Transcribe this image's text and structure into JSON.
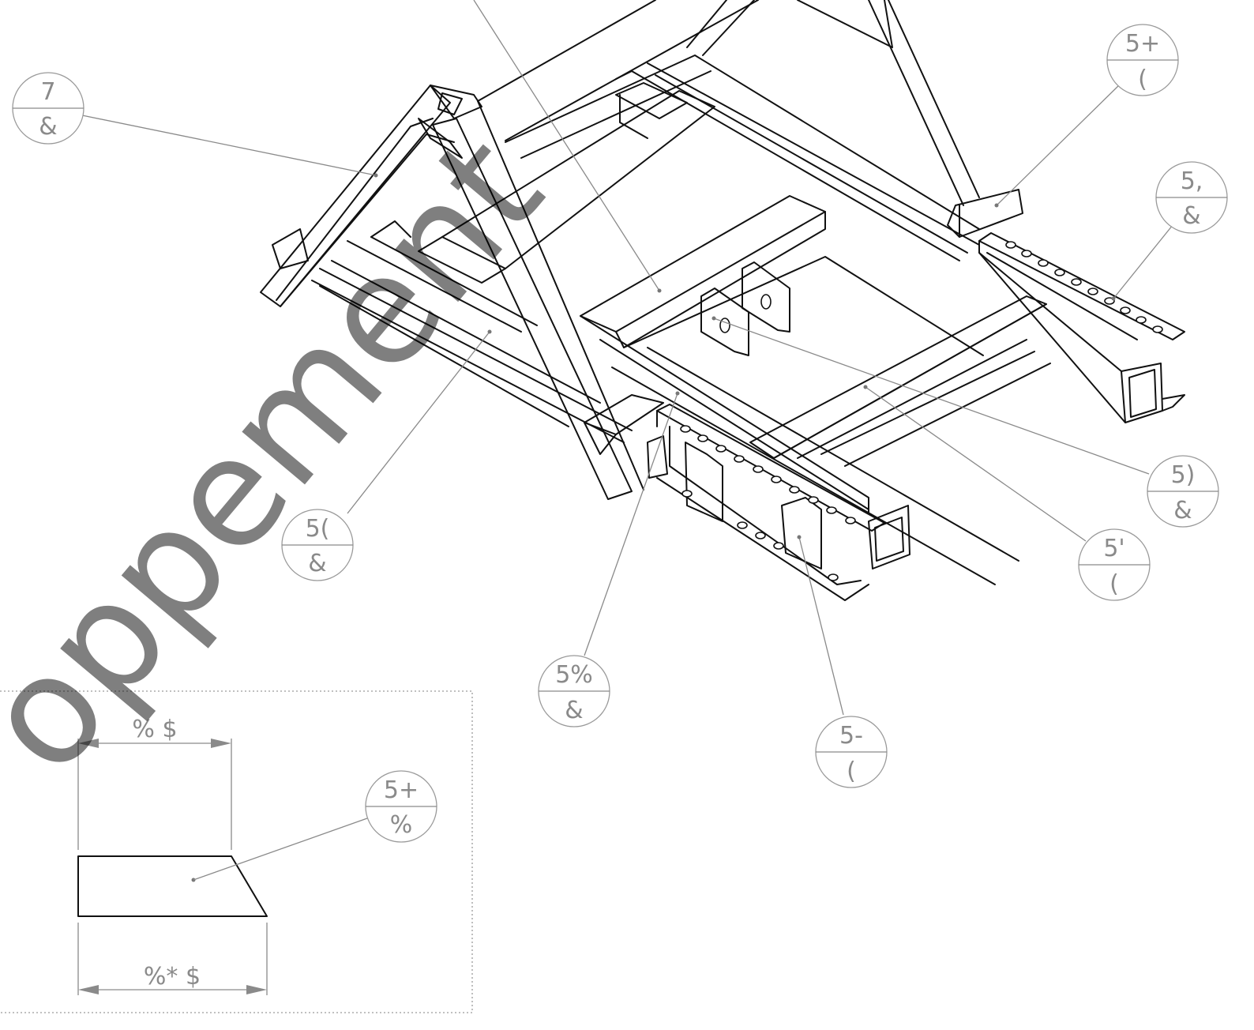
{
  "callouts": [
    {
      "id": "c7",
      "top": "7",
      "bottom": "&"
    },
    {
      "id": "c5plus",
      "top": "5+",
      "bottom": "("
    },
    {
      "id": "c5comma",
      "top": "5,",
      "bottom": "&"
    },
    {
      "id": "c5paren",
      "top": "5)",
      "bottom": "&"
    },
    {
      "id": "c5apos",
      "top": "5'",
      "bottom": "("
    },
    {
      "id": "c5open",
      "top": "5(",
      "bottom": "&"
    },
    {
      "id": "c5pct",
      "top": "5%",
      "bottom": "&"
    },
    {
      "id": "c5dash",
      "top": "5-",
      "bottom": "("
    },
    {
      "id": "c5plusdetail",
      "top": "5+",
      "bottom": "%"
    }
  ],
  "detail": {
    "top_dimension": "% $",
    "bottom_dimension": "%* $"
  },
  "watermark": "oppement"
}
